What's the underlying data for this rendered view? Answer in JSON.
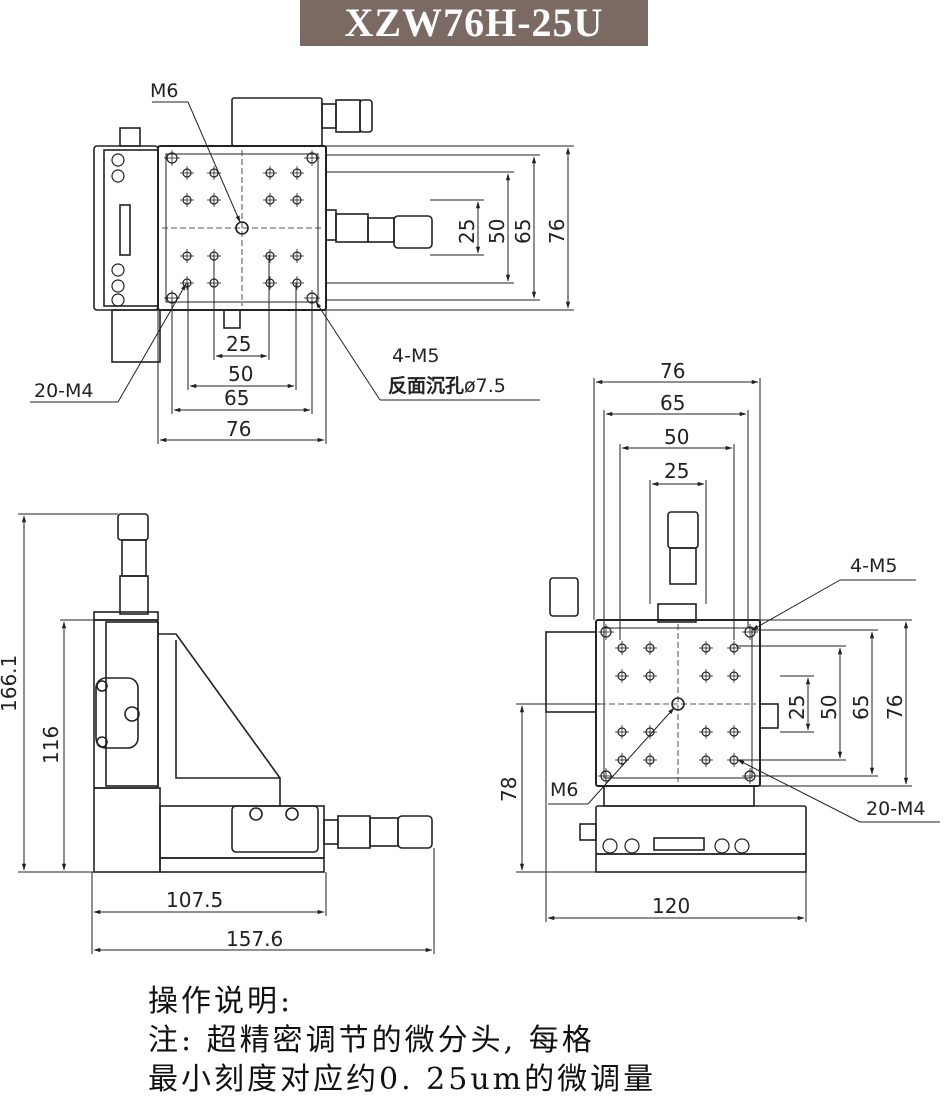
{
  "title": "XZW76H-25U",
  "top_view": {
    "thread_center": "M6",
    "holes_front": "20-M4",
    "holes_corner": "4-M5",
    "counterbore_prefix": "反面沉孔",
    "counterbore_size": "ø7.5",
    "dims_h": [
      "25",
      "50",
      "65",
      "76"
    ],
    "dims_v": [
      "25",
      "50",
      "65",
      "76"
    ]
  },
  "side_view": {
    "height_total": "166.1",
    "height_stage": "116",
    "width_body": "107.5",
    "width_total": "157.6"
  },
  "front_view": {
    "dims_h": [
      "76",
      "65",
      "50",
      "25"
    ],
    "dims_v": [
      "25",
      "50",
      "65",
      "76"
    ],
    "holes_corner": "4-M5",
    "thread_center": "M6",
    "holes_front": "20-M4",
    "height": "78",
    "width_base": "120"
  },
  "notes": {
    "heading": "操作说明:",
    "line1": "注: 超精密调节的微分头, 每格",
    "line2": "最小刻度对应约0. 25um的微调量"
  },
  "colors": {
    "banner": "#7a6a63",
    "line": "#222222"
  }
}
